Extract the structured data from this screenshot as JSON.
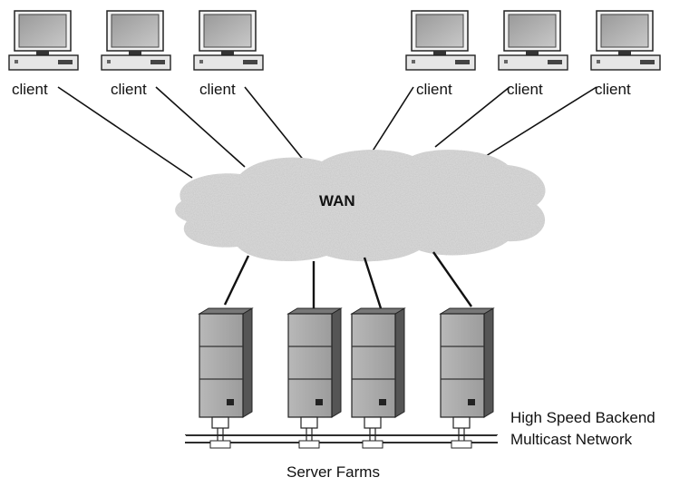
{
  "clients": [
    {
      "label": "client"
    },
    {
      "label": "client"
    },
    {
      "label": "client"
    },
    {
      "label": "client"
    },
    {
      "label": "client"
    },
    {
      "label": "client"
    }
  ],
  "network": {
    "label": "WAN"
  },
  "backend": {
    "line1": "High Speed Backend",
    "line2": "Multicast Network"
  },
  "server_farm": {
    "label": "Server Farms",
    "server_count": 4
  }
}
